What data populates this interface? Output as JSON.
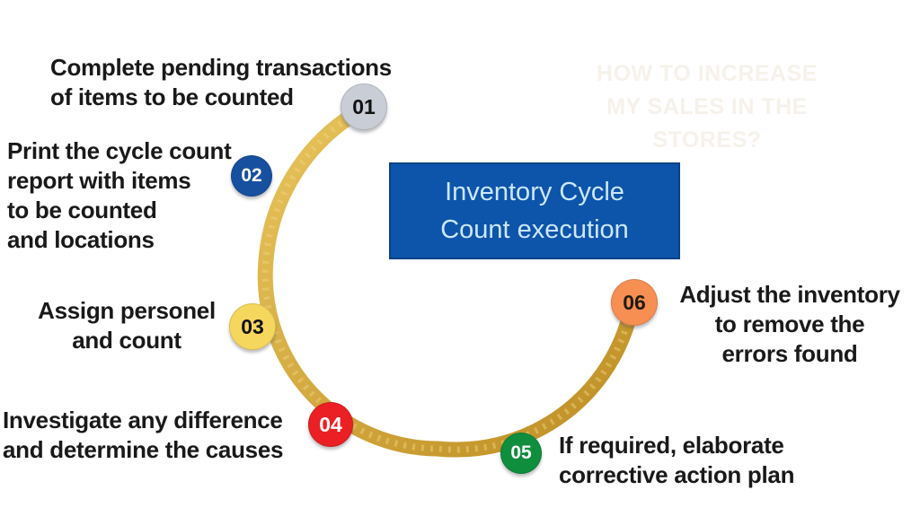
{
  "watermark": {
    "text": "HOW TO INCREASE\nMY SALES IN THE\nSTORES?",
    "color": "#f6f1ea"
  },
  "title": {
    "text": "Inventory Cycle\nCount execution",
    "bg_color": "#0d54ab",
    "text_color": "#cbe7fa"
  },
  "arc": {
    "color_light": "#e8c45c",
    "color_dark": "#bd8d22",
    "sparkle_color": "#f2d887"
  },
  "steps": [
    {
      "number": "01",
      "label": "Complete pending transactions\nof items to be counted",
      "circle_color": "#c9cdd5",
      "number_color": "#111111"
    },
    {
      "number": "02",
      "label": "Print the cycle count\nreport with items\nto be counted\nand locations",
      "circle_color": "#17509f",
      "number_color": "#ffffff"
    },
    {
      "number": "03",
      "label": "Assign personel\nand count",
      "circle_color": "#f6d75e",
      "number_color": "#111111"
    },
    {
      "number": "04",
      "label": "Investigate any difference\nand determine the causes",
      "circle_color": "#ea2024",
      "number_color": "#ffffff"
    },
    {
      "number": "05",
      "label": "If required, elaborate\ncorrective action plan",
      "circle_color": "#0f8e3e",
      "number_color": "#ffffff"
    },
    {
      "number": "06",
      "label": "Adjust the inventory\nto remove the\nerrors found",
      "circle_color": "#f78f52",
      "number_color": "#221a10"
    }
  ]
}
